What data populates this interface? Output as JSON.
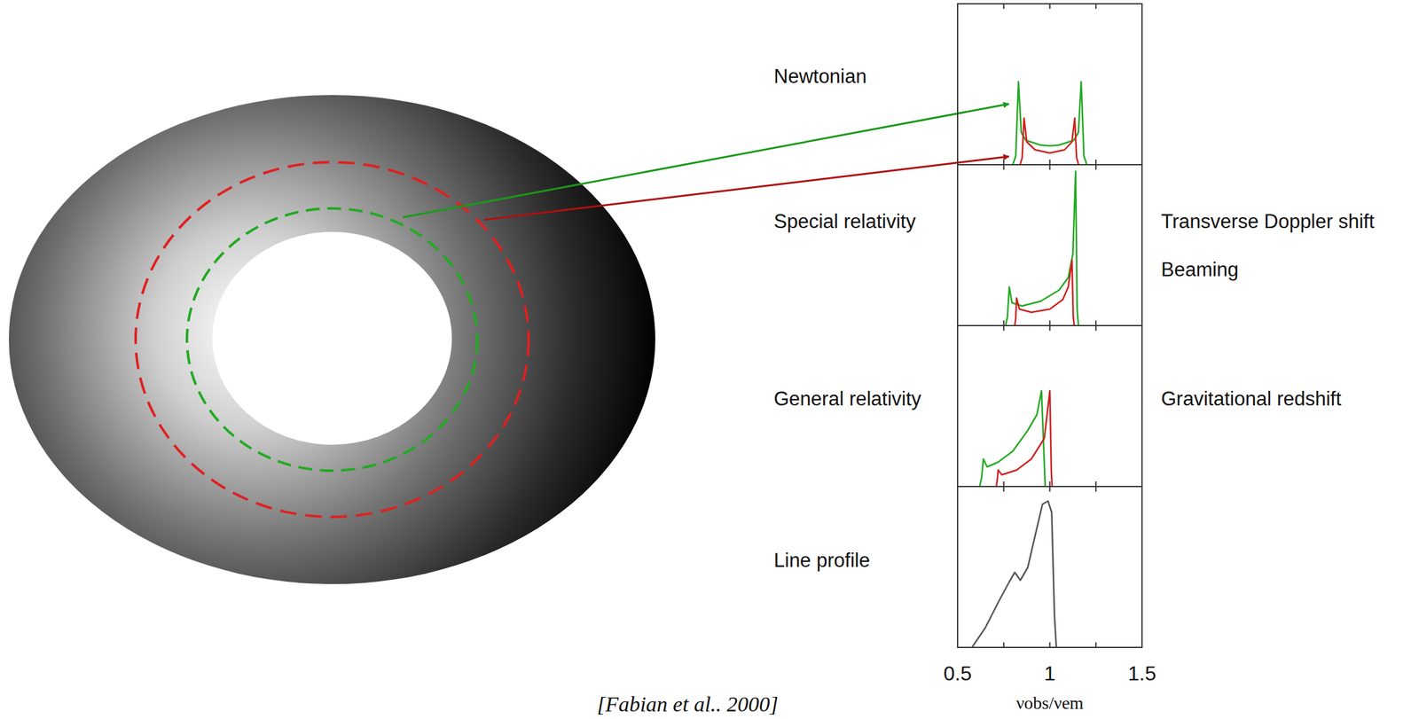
{
  "diagram": {
    "caption": "[Fabian et al.. 2000]",
    "labels": [
      "Newtonian",
      "Special relativity",
      "General relativity",
      "Line profile",
      "Transverse Doppler shift",
      "Beaming",
      "Gravitational redshift",
      "0.5",
      "1",
      "1.5",
      "νobs/νem"
    ]
  }
}
